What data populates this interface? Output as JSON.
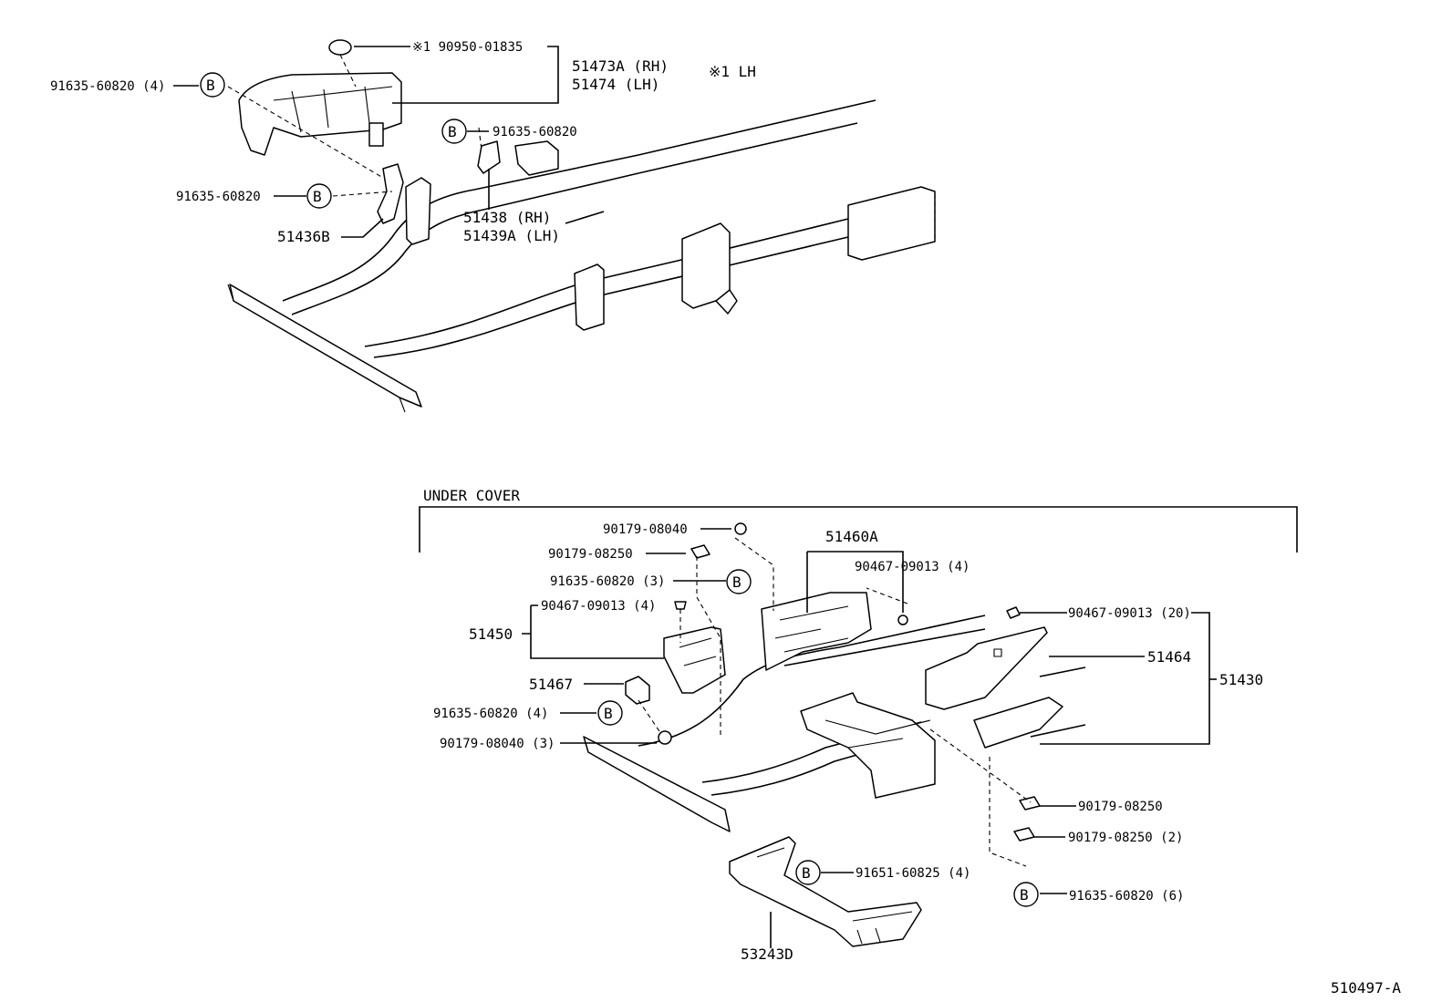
{
  "diagram": {
    "section_title": "UNDER COVER",
    "footer_code": "510497-A",
    "note": "※1 LH",
    "circle_letter": "B",
    "upper": {
      "plug": "※1  90950-01835",
      "bracket_rh": "51473A (RH)",
      "bracket_lh": "51474  (LH)",
      "bolt_left": "91635-60820 (4)",
      "bolt_top": "91635-60820",
      "bolt_mid": "91635-60820",
      "stay": "51436B",
      "bracket2_rh": "51438  (RH)",
      "bracket2_lh": "51439A (LH)"
    },
    "lower": {
      "nut_top": "90179-08040",
      "nut_a": "90179-08250",
      "bolt_3": "91635-60820 (3)",
      "clip_4": "90467-09013 (4)",
      "cover_51450": "51450",
      "bracket_51467": "51467",
      "bolt_4": "91635-60820 (4)",
      "nut_3": "90179-08040 (3)",
      "cover_51460a": "51460A",
      "clip_4b": "90467-09013 (4)",
      "clip_20": "90467-09013 (20)",
      "cover_51464": "51464",
      "cover_51430": "51430",
      "nut_b": "90179-08250",
      "nut_2": "90179-08250 (2)",
      "bolt_6": "91635-60820 (6)",
      "bolt_51651": "91651-60825 (4)",
      "cover_53243d": "53243D"
    }
  }
}
